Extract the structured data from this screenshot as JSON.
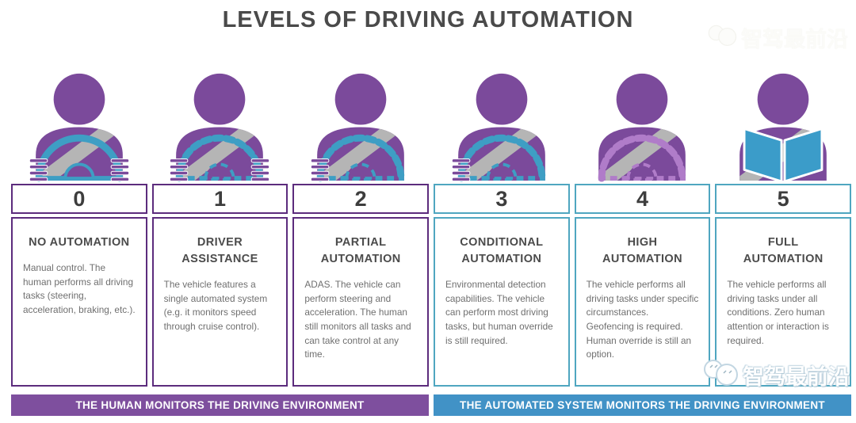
{
  "title": "LEVELS OF DRIVING AUTOMATION",
  "levels": [
    {
      "number": "0",
      "title": "NO AUTOMATION",
      "description": "Manual control. The human performs all driving tasks (steering, acceleration, braking, etc.).",
      "theme": "purple",
      "icon": "person-steering-wheel-solid-two-hands"
    },
    {
      "number": "1",
      "title": "DRIVER ASSISTANCE",
      "description": "The vehicle features a single automated system (e.g. it monitors speed through cruise control).",
      "theme": "purple",
      "icon": "person-steering-wheel-dashed-two-hands"
    },
    {
      "number": "2",
      "title": "PARTIAL AUTOMATION",
      "description": "ADAS. The vehicle can perform steering and acceleration. The human still monitors all tasks and can take control at any time.",
      "theme": "purple",
      "icon": "person-steering-wheel-dashed-one-hand"
    },
    {
      "number": "3",
      "title": "CONDITIONAL AUTOMATION",
      "description": "Environmental detection capabilities. The vehicle can perform most driving tasks, but human override is still required.",
      "theme": "teal",
      "icon": "person-steering-wheel-dashed-one-hand"
    },
    {
      "number": "4",
      "title": "HIGH AUTOMATION",
      "description": "The vehicle performs all driving tasks under specific circumstances. Geofencing is required. Human override is still an option.",
      "theme": "teal",
      "icon": "person-steering-wheel-dashed-no-hands"
    },
    {
      "number": "5",
      "title": "FULL AUTOMATION",
      "description": "The vehicle performs all driving tasks under all conditions. Zero human attention or interaction is required.",
      "theme": "teal",
      "icon": "person-reading-book"
    }
  ],
  "banners": [
    {
      "text": "THE HUMAN MONITORS THE DRIVING ENVIRONMENT",
      "color": "#7e4f9e"
    },
    {
      "text": "THE AUTOMATED SYSTEM MONITORS THE DRIVING ENVIRONMENT",
      "color": "#4192c6"
    }
  ],
  "watermark": {
    "text": "智驾最前沿"
  },
  "colors": {
    "person_purple": "#7b4a9b",
    "purple_border": "#5c2c7d",
    "teal_border": "#4fa6c0",
    "wheel_teal": "#3e9ec4",
    "wheel_dashed_purple": "#b07cc9",
    "seatbelt_gray": "#b5b5b5",
    "book_blue": "#3b9cc9",
    "title_gray": "#4a4a4a",
    "number_gray": "#3d3d3d"
  }
}
